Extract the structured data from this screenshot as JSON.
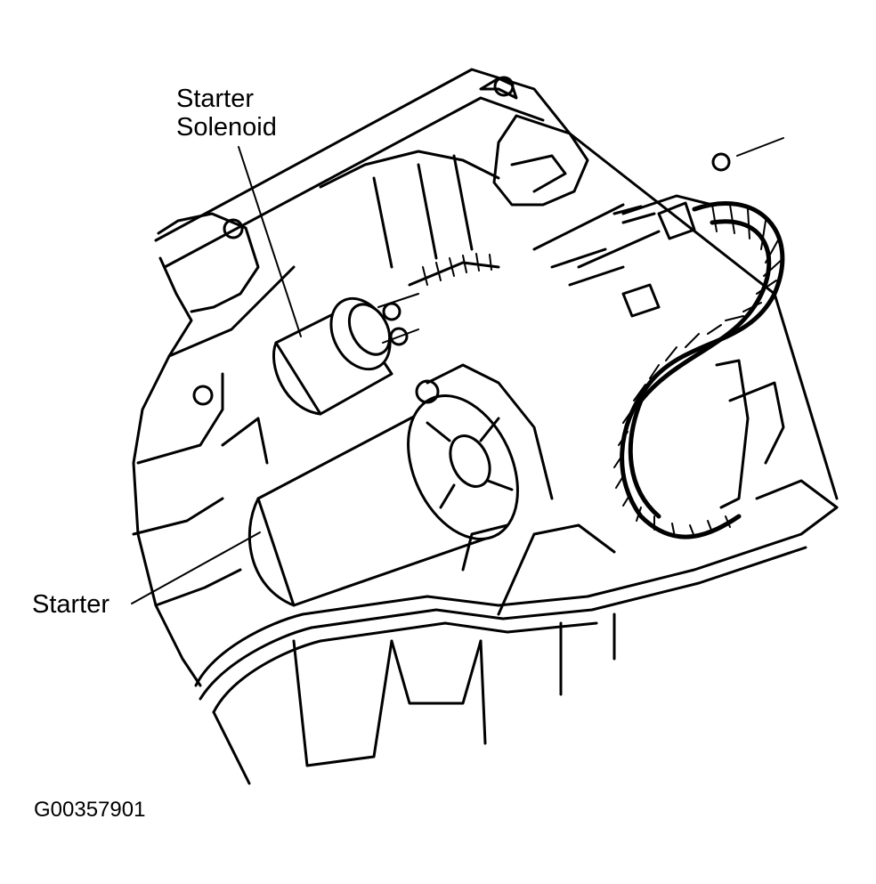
{
  "labels": {
    "starter_solenoid_line1": "Starter",
    "starter_solenoid_line2": "Solenoid",
    "starter": "Starter"
  },
  "figure_code": "G00357901"
}
